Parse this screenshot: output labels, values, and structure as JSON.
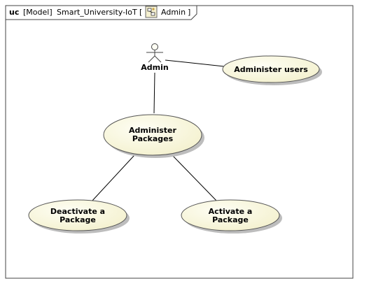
{
  "diagram": {
    "frame": {
      "keyword": "uc",
      "kind": "[Model]",
      "name": "Smart_University-IoT",
      "bracket_open": "[",
      "context_icon": "package-diagram-icon",
      "context_name": "Admin",
      "bracket_close": "]"
    },
    "actor": {
      "name": "Admin",
      "icon": "stick-figure-actor-icon"
    },
    "use_cases": {
      "administer_users": {
        "lines": [
          "Administer users"
        ]
      },
      "administer_packages": {
        "lines": [
          "Administer",
          "Packages"
        ]
      },
      "deactivate_package": {
        "lines": [
          "Deactivate a",
          "Package"
        ]
      },
      "activate_package": {
        "lines": [
          "Activate a",
          "Package"
        ]
      }
    },
    "associations": [
      {
        "from": "actor",
        "to": "administer_users"
      },
      {
        "from": "actor",
        "to": "administer_packages"
      },
      {
        "from": "administer_packages",
        "to": "deactivate_package"
      },
      {
        "from": "administer_packages",
        "to": "activate_package"
      }
    ],
    "colors": {
      "usecase_fill_light": "#fefef4",
      "usecase_fill_dark": "#f3f0cc",
      "usecase_stroke": "#555555",
      "shadow": "#bdbdbd",
      "frame_stroke": "#444444",
      "line": "#000000"
    }
  }
}
